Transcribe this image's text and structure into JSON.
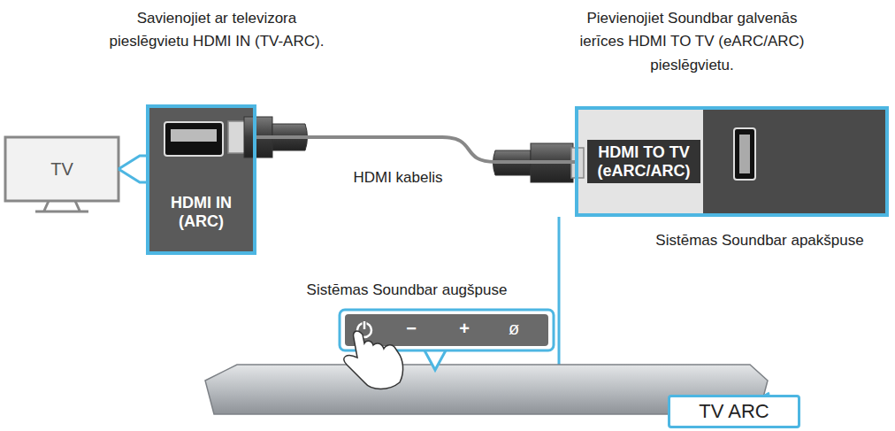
{
  "diagram": {
    "nodes": [
      {
        "text": [
          "TV"
        ]
      },
      {
        "text": [
          "HDMI IN (ARC)"
        ]
      },
      {
        "text": [
          "HDMI TO TV (eARC/ARC)"
        ]
      },
      {
        "text": [
          "TV ARC"
        ]
      }
    ],
    "edges": [
      {
        "from": 1,
        "to": 2,
        "arrow": "none",
        "label": "HDMI kabelis"
      }
    ],
    "labels": [
      "Savienojiet ar televizora pieslēgvietu HDMI IN (TV-ARC).",
      "Pievienojiet Soundbar galvenās ierīces HDMI TO TV (eARC/ARC) pieslēgvietu.",
      "Sistēmas Soundbar apakšpuse",
      "Sistēmas Soundbar augšpuse",
      "−",
      "+",
      "ø"
    ]
  }
}
